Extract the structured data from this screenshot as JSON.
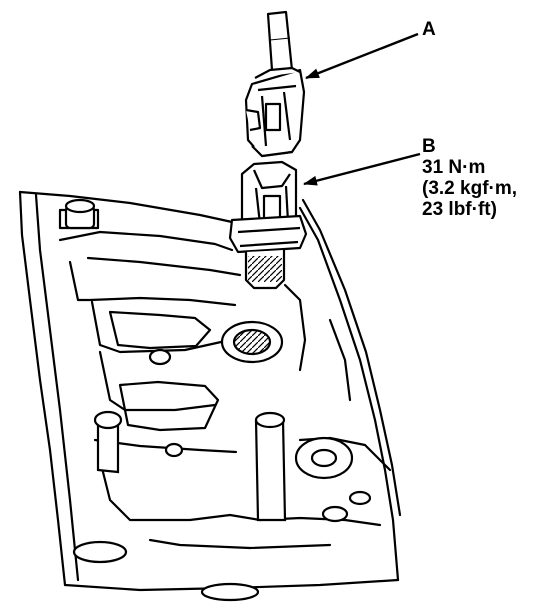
{
  "callouts": {
    "a": {
      "letter": "A"
    },
    "b": {
      "letter": "B",
      "torque_lines": [
        "31 N·m",
        "(3.2 kgf·m,",
        "23 lbf·ft)"
      ]
    }
  },
  "colors": {
    "line": "#000000",
    "background": "#ffffff",
    "hatch": "#555555"
  }
}
